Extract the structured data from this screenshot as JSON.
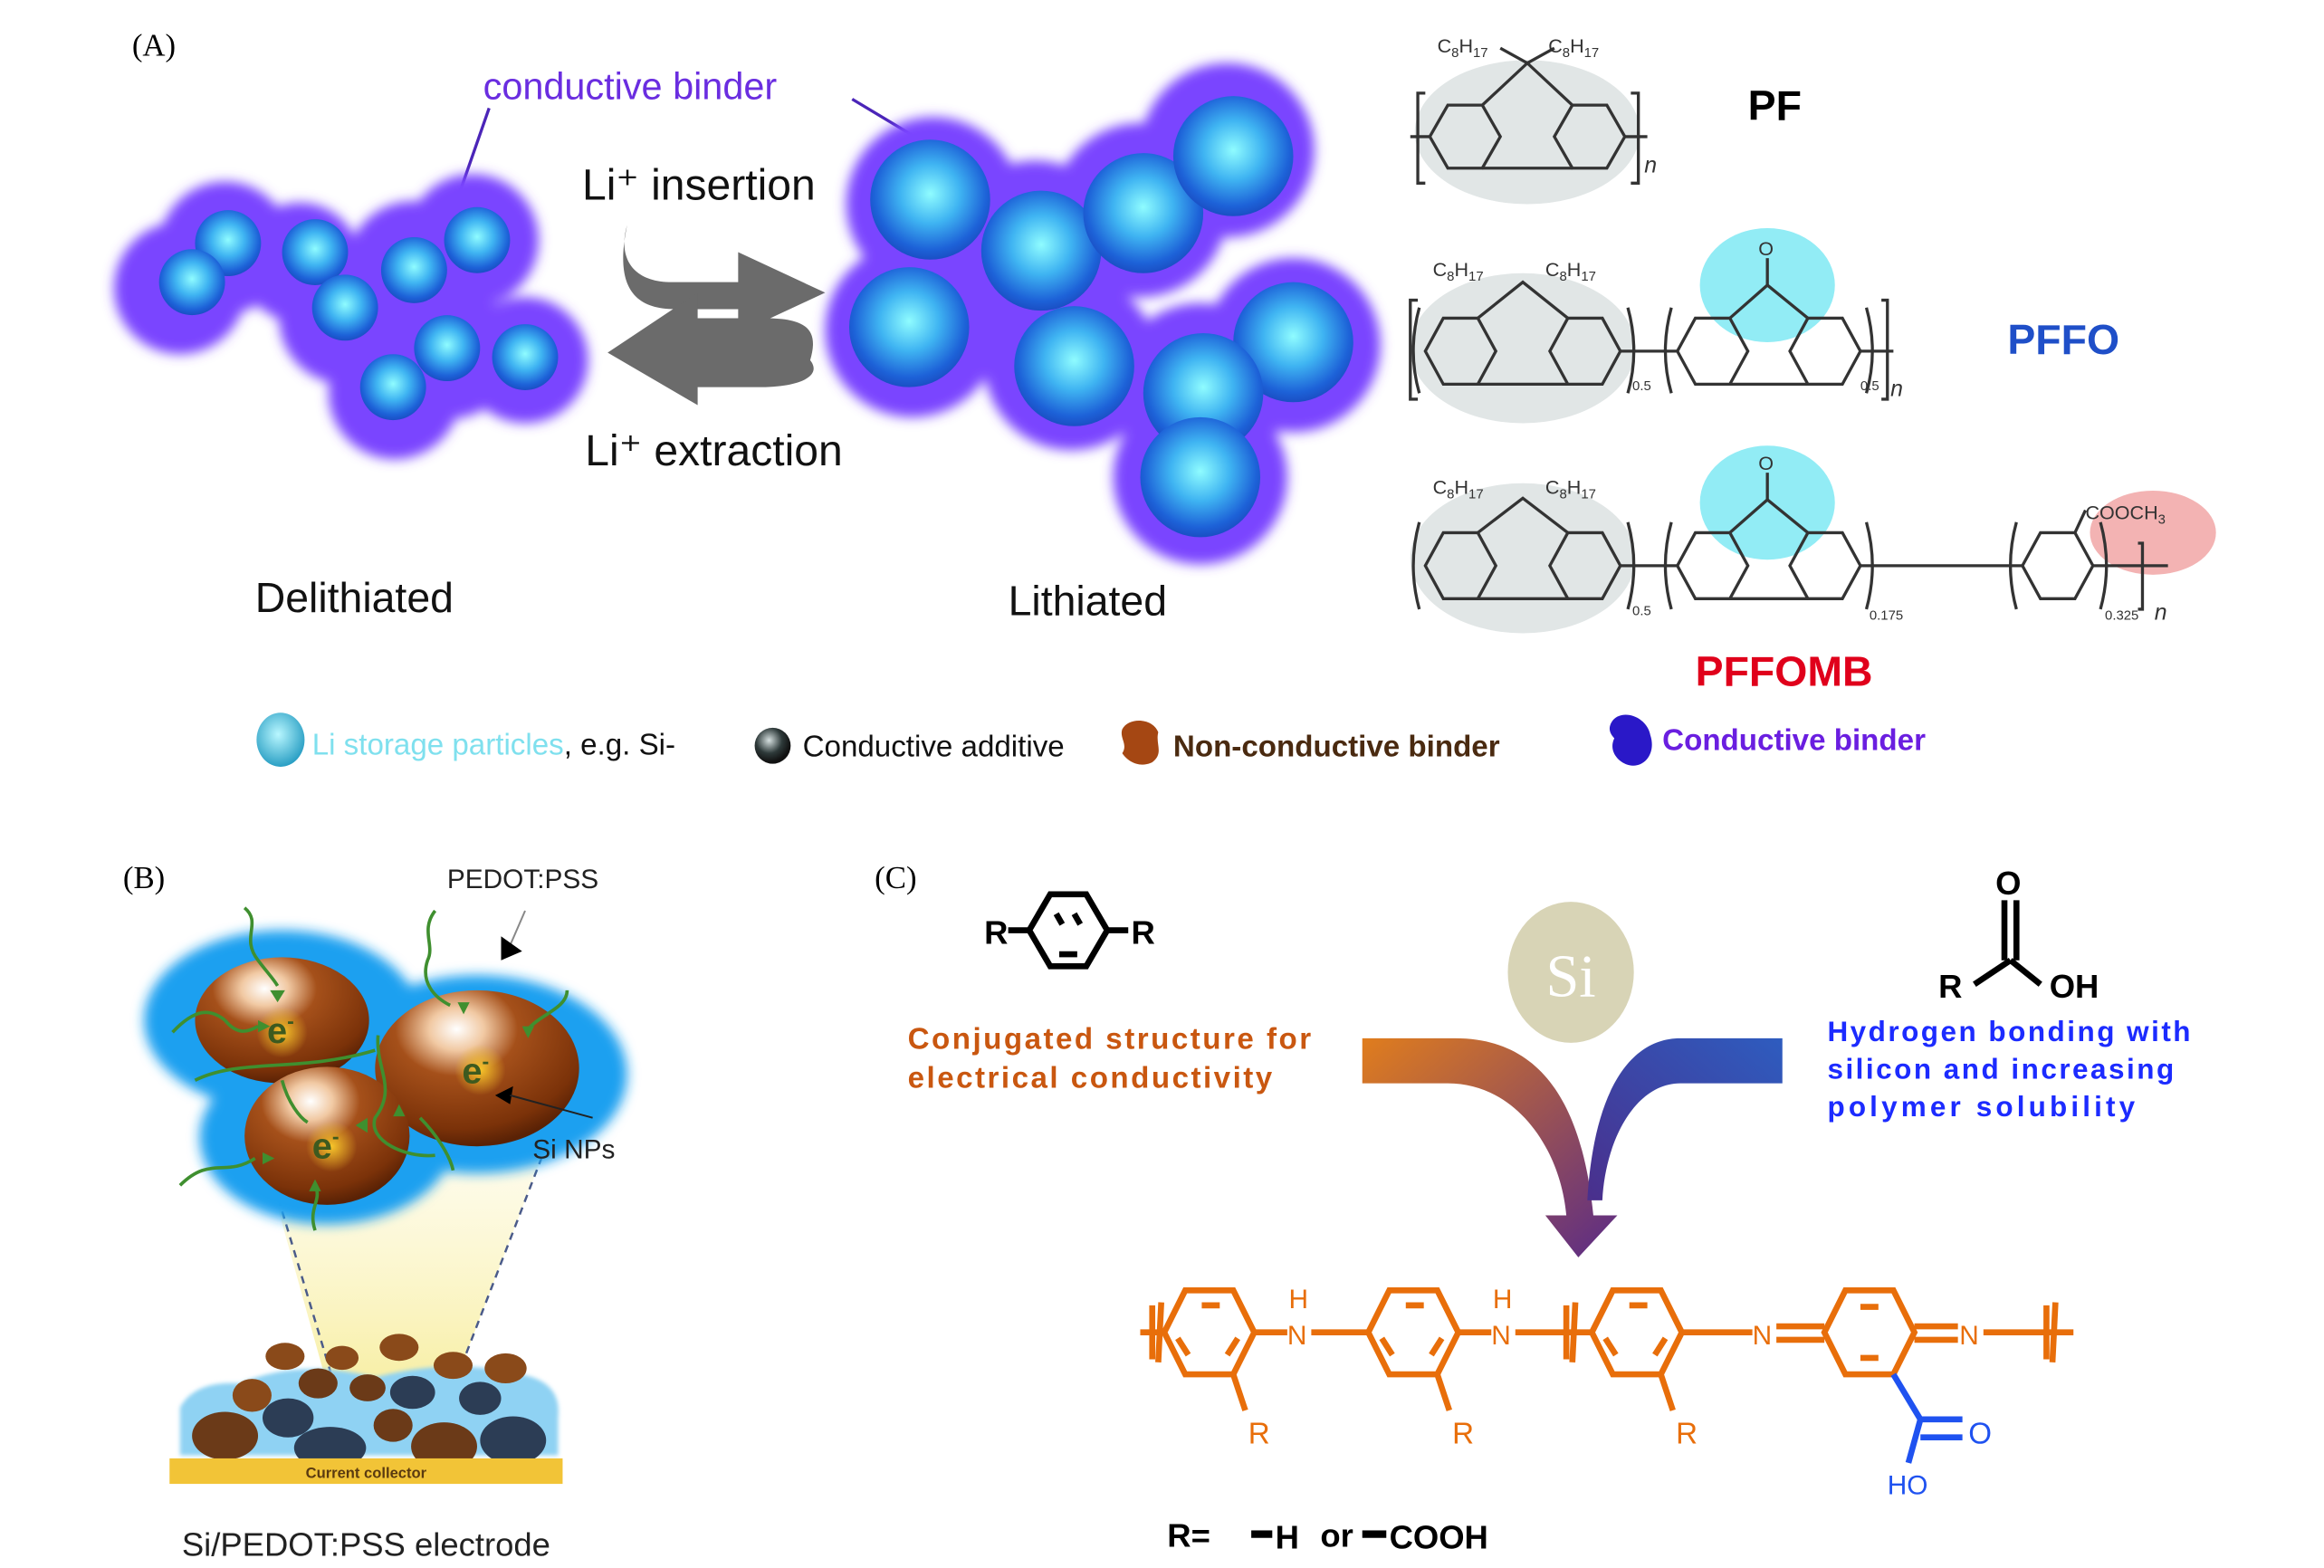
{
  "colors": {
    "particle_core": "#7ff3ff",
    "particle_edge": "#1e63d6",
    "binder_glow": "#6a35ff",
    "arrow_gray": "#6b6b6b",
    "pf_label": "#000000",
    "pffo_label": "#1f4fc8",
    "pffomb_label": "#e0001b",
    "gray_highlight": "#dfe3e3",
    "cyan_highlight": "#92ecf5",
    "pink_highlight": "#f3b3b3",
    "legend_li": "#7fe0ee",
    "legend_nonconductive": "#4a2a10",
    "legend_conductive": "#6a1ee0",
    "si_np_brown": "#8a3a0c",
    "pedot_blue": "#1ea0f0",
    "green_chain": "#3f8f2f",
    "collector_gold": "#f2c437",
    "orange": "#e86e0a",
    "conj_text": "#c95710",
    "hbond_text": "#1c2bff",
    "si_circle": "#d8d4b6",
    "cooh_blue": "#1f52f0"
  },
  "panel_a": {
    "label": "(A)",
    "binder_callout": "conductive binder",
    "insertion": "Li⁺ insertion",
    "extraction": "Li⁺ extraction",
    "delithiated": "Delithiated",
    "lithiated": "Lithiated",
    "polymers": [
      {
        "name": "PF",
        "substituents": [
          "C8H17",
          "C8H17"
        ],
        "subscripts": [],
        "repeat": "n"
      },
      {
        "name": "PFFO",
        "substituents": [
          "C8H17",
          "C8H17",
          "O"
        ],
        "subscripts": [
          "0.5",
          "0.5"
        ],
        "repeat": "n"
      },
      {
        "name": "PFFOMB",
        "substituents": [
          "C8H17",
          "C8H17",
          "O",
          "COOCH3"
        ],
        "subscripts": [
          "0.5",
          "0.175",
          "0.325"
        ],
        "repeat": "n"
      }
    ],
    "legend": {
      "li_storage": "Li storage particles",
      "eg": ", e.g. Si-",
      "conductive_additive": "Conductive additive",
      "non_conductive_binder": "Non-conductive binder",
      "conductive_binder": "Conductive binder"
    }
  },
  "panel_b": {
    "label": "(B)",
    "pedot_label": "PEDOT:PSS",
    "si_nps_label": "Si NPs",
    "electron": "e",
    "electron_sup": "-",
    "collector": "Current collector",
    "caption": "Si/PEDOT:PSS electrode"
  },
  "panel_c": {
    "label": "(C)",
    "r": "R",
    "o": "O",
    "oh": "OH",
    "ho": "HO",
    "h": "H",
    "n": "N",
    "si": "Si",
    "conj_text": [
      "Conjugated structure for",
      "electrical conductivity"
    ],
    "hbond_text": [
      "Hydrogen bonding with",
      "silicon and increasing",
      "polymer solubility"
    ],
    "r_def": "R=",
    "r_opt1": "H",
    "r_or": "or",
    "r_opt2": "COOH"
  }
}
